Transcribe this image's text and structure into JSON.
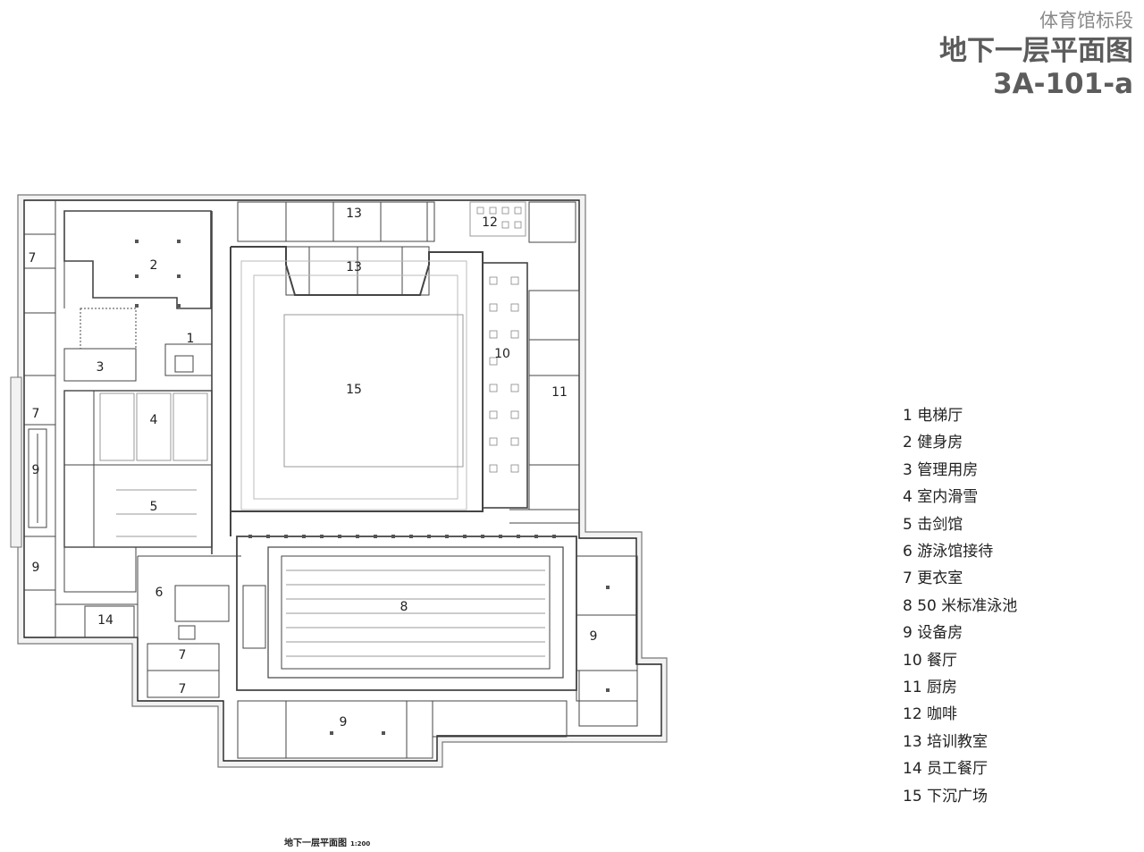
{
  "header": {
    "project": "体育馆标段",
    "title": "地下一层平面图",
    "code": "3A-101-a"
  },
  "plan": {
    "room_labels": [
      "1",
      "2",
      "3",
      "4",
      "5",
      "6",
      "7",
      "7",
      "7",
      "7",
      "8",
      "9",
      "9",
      "9",
      "9",
      "10",
      "11",
      "12",
      "13",
      "13",
      "14",
      "15"
    ]
  },
  "legend": [
    "1 电梯厅",
    "2 健身房",
    "3 管理用房",
    "4 室内滑雪",
    "5 击剑馆",
    "6 游泳馆接待",
    "7 更衣室",
    "8 50 米标准泳池",
    "9 设备房",
    "10 餐厅",
    "11 厨房",
    "12 咖啡",
    "13 培训教室",
    "14 员工餐厅",
    "15 下沉广场"
  ],
  "caption": {
    "title": "地下一层平面图",
    "scale": "1:200"
  }
}
